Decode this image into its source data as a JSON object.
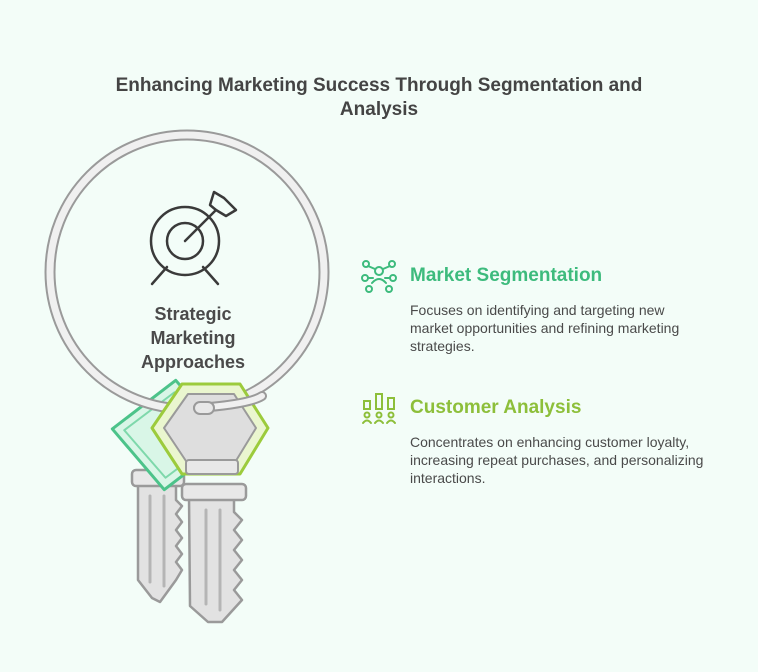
{
  "title": "Enhancing Marketing Success Through Segmentation and Analysis",
  "center": {
    "label": "Strategic Marketing Approaches",
    "icon": "target-arrow-icon"
  },
  "items": [
    {
      "heading": "Market Segmentation",
      "description": "Focuses on identifying and targeting new market opportunities and refining marketing strategies.",
      "icon": "network-people-icon",
      "color": "#3dbb7d"
    },
    {
      "heading": "Customer Analysis",
      "description": "Concentrates on enhancing customer loyalty, increasing repeat purchases, and personalizing interactions.",
      "icon": "people-chart-icon",
      "color": "#8dbf3a"
    }
  ]
}
